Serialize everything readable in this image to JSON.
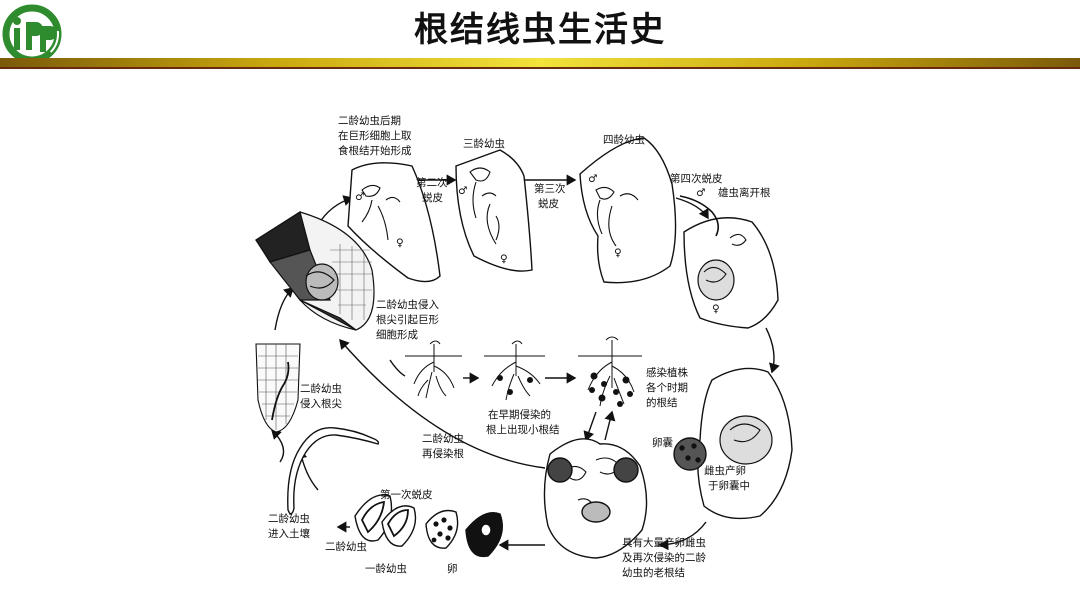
{
  "header": {
    "title": "根结线虫生活史",
    "logo_text": "IPP"
  },
  "labels": {
    "l_j2_late": [
      "二龄幼虫后期",
      "在巨形细胞上取",
      "食根结开始形成"
    ],
    "l_j3": "三龄幼虫",
    "l_j4": "四龄幼虫",
    "l_molt2": [
      "第二次",
      "蜕皮"
    ],
    "l_molt3": [
      "第三次",
      "蜕皮"
    ],
    "l_molt4": "第四次蜕皮",
    "l_male_leave": "雄虫离开根",
    "l_j2_invade_tip": [
      "二龄幼虫侵入",
      "根尖引起巨形",
      "细胞形成"
    ],
    "l_j2_enter_tip": [
      "二龄幼虫",
      "侵入根尖"
    ],
    "l_early_infect": [
      "在早期侵染的",
      "根上出现小根结"
    ],
    "l_infected_plant": [
      "感染植株",
      "各个时期",
      "的根结"
    ],
    "l_egg_sac": "卵囊",
    "l_female_egg": [
      "雌虫产卵",
      "于卵囊中"
    ],
    "l_reinfect": [
      "二龄幼虫",
      "再侵染根"
    ],
    "l_molt1": "第一次蜕皮",
    "l_j2_soil": [
      "二龄幼虫",
      "进入土壤"
    ],
    "l_j2": "二龄幼虫",
    "l_j1": "一龄幼虫",
    "l_egg": "卵",
    "l_old_gall": [
      "具有大量产卵雌虫",
      "及再次侵染的二龄",
      "幼虫的老根结"
    ],
    "sym_male": "♂",
    "sym_female": "♀"
  },
  "colors": {
    "logo_green": "#2e8b2e",
    "bar_gold": "#e9d23a",
    "bar_brown": "#6a2a10",
    "ink": "#111111"
  }
}
